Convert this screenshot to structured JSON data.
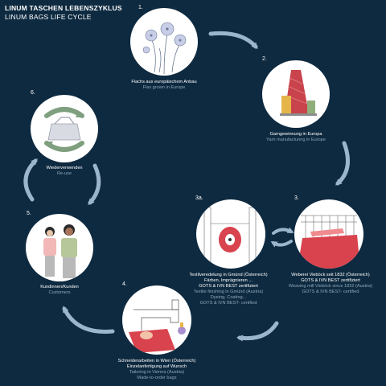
{
  "header": {
    "title": "LINUM TASCHEN LEBENSZYKLUS",
    "subtitle": "LINUM BAGS LIFE CYCLE"
  },
  "steps": [
    {
      "number": "1.",
      "de": "Flachs aus europäischem Anbau",
      "en": "Flax grown in Europe",
      "icon": "flax-flowers"
    },
    {
      "number": "2.",
      "de": "Garngewinnung in Europa",
      "en": "Yarn manufacturing in Europe",
      "icon": "yarn-spools"
    },
    {
      "number": "3.",
      "de": "Weberei Vieböck seit 1832 (Österreich)",
      "cert": "GOTS & IVN BEST zertifiziert",
      "en": "Weaving mill Vieböck since 1832 (Austria)",
      "en_cert": "GOTS & IVN BEST- certified",
      "icon": "weaving-loom"
    },
    {
      "number": "3a.",
      "de": "Textilveredelung in Gmünd (Österreich)",
      "de2": "Färben, Imprägnieren ...",
      "cert": "GOTS & IVN BEST zertifiziert",
      "en": "Textile finishing in Gmünd (Austria)",
      "en2": "Dyeing, Coating...",
      "en_cert": "GOTS & IVN BEST- certified",
      "icon": "textile-roll"
    },
    {
      "number": "4.",
      "de": "Schneiderarbeiten in Wien (Österreich)",
      "de2": "Einzelanfertigung auf Wunsch",
      "en": "Tailoring in Vienna (Austria)",
      "en2": "Made-to-order bags",
      "icon": "sewing-machine"
    },
    {
      "number": "5.",
      "de": "Kundinnen/Kunden",
      "en": "Customers",
      "icon": "customers"
    },
    {
      "number": "6.",
      "de": "Wiederverwenden",
      "en": "Re-use",
      "icon": "reuse-bag"
    }
  ],
  "colors": {
    "background": "#0e2a40",
    "arrow": "#9bb6cc",
    "muted_text": "#8fa6b8",
    "accent_red": "#d8434e",
    "reuse_green": "#7f9f7f"
  }
}
